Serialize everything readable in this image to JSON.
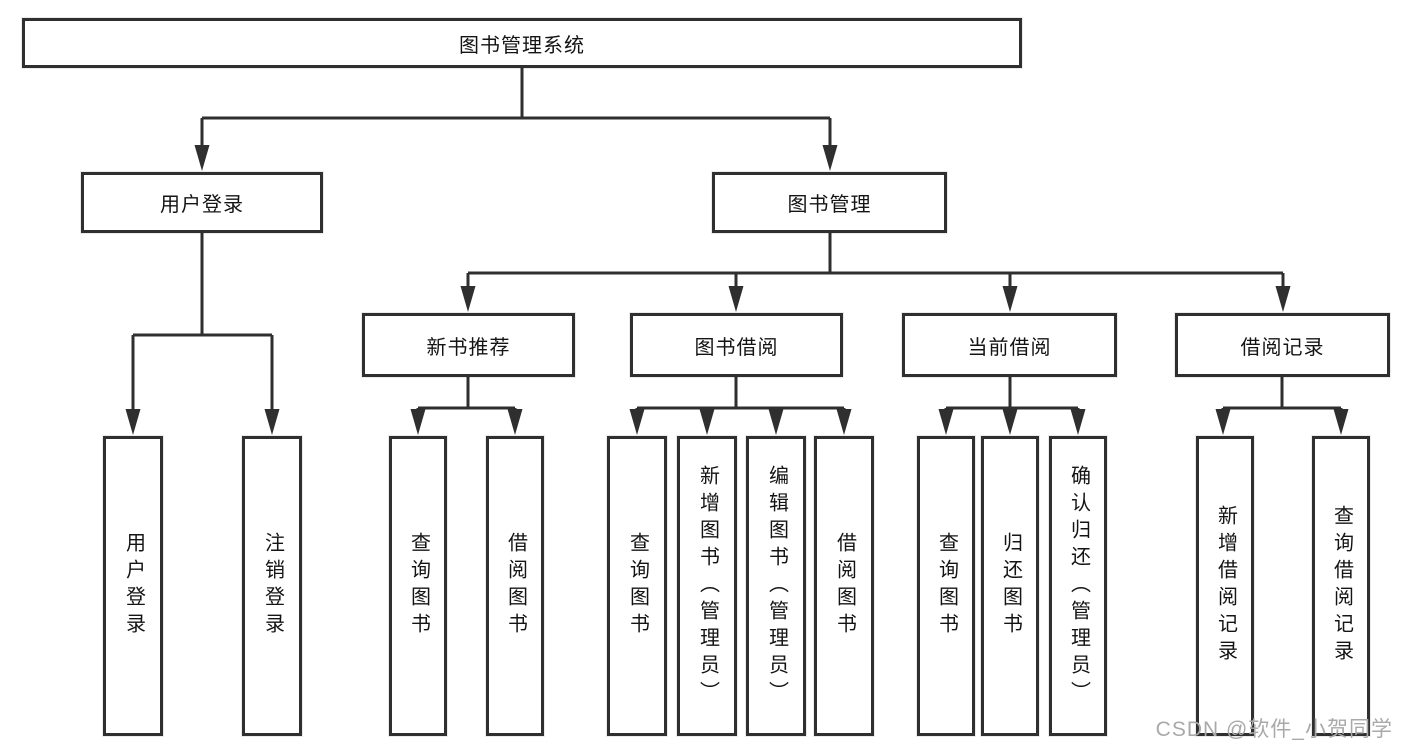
{
  "diagram": {
    "root": {
      "id": "library-management-system",
      "label": "图书管理系统",
      "children": [
        {
          "id": "user-login",
          "label": "用户登录",
          "children": [
            {
              "id": "user-login-leaf",
              "label": "用户登录"
            },
            {
              "id": "logout-leaf",
              "label": "注销登录"
            }
          ]
        },
        {
          "id": "book-management",
          "label": "图书管理",
          "children": [
            {
              "id": "new-book-recommendation",
              "label": "新书推荐",
              "children": [
                {
                  "id": "nbr-query-books",
                  "label": "查询图书"
                },
                {
                  "id": "nbr-borrow-books",
                  "label": "借阅图书"
                }
              ]
            },
            {
              "id": "book-borrowing",
              "label": "图书借阅",
              "children": [
                {
                  "id": "bb-query-books",
                  "label": "查询图书"
                },
                {
                  "id": "bb-add-books-admin",
                  "label": "新增图书（管理员）"
                },
                {
                  "id": "bb-edit-books-admin",
                  "label": "编辑图书（管理员）"
                },
                {
                  "id": "bb-borrow-books",
                  "label": "借阅图书"
                }
              ]
            },
            {
              "id": "current-borrowing",
              "label": "当前借阅",
              "children": [
                {
                  "id": "cb-query-books",
                  "label": "查询图书"
                },
                {
                  "id": "cb-return-books",
                  "label": "归还图书"
                },
                {
                  "id": "cb-confirm-return-admin",
                  "label": "确认归还（管理员）"
                }
              ]
            },
            {
              "id": "borrowing-records",
              "label": "借阅记录",
              "children": [
                {
                  "id": "br-add-record",
                  "label": "新增借阅记录"
                },
                {
                  "id": "br-query-record",
                  "label": "查询借阅记录"
                }
              ]
            }
          ]
        }
      ]
    },
    "watermark": "CSDN @软件_小贺同学",
    "colors": {
      "line": "#2f2f2f",
      "text": "#141414",
      "watermark": "#a9a9a9",
      "background": "#ffffff"
    }
  }
}
